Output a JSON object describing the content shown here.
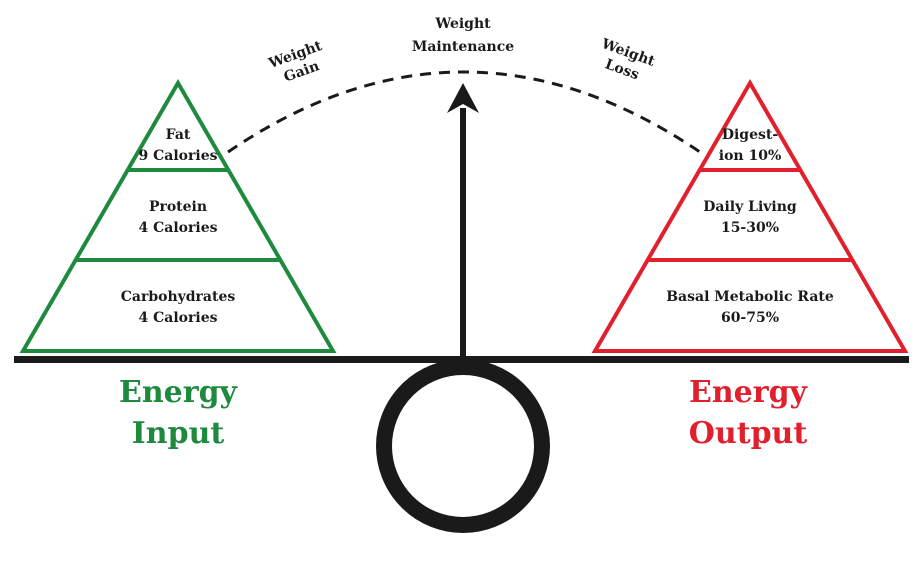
{
  "diagram": {
    "colors": {
      "input": "#1e8a3e",
      "output": "#e0202c",
      "ink": "#1a1a1a",
      "background": "#ffffff"
    },
    "arc_labels": {
      "gain": [
        "Weight",
        "Gain"
      ],
      "maintenance": [
        "Weight",
        "Maintenance"
      ],
      "loss": [
        "Weight",
        "Loss"
      ]
    },
    "input_pyramid": {
      "tiers": [
        {
          "lines": [
            "Fat",
            "9 Calories"
          ]
        },
        {
          "lines": [
            "Protein",
            "4 Calories"
          ]
        },
        {
          "lines": [
            "Carbohydrates",
            "4 Calories"
          ]
        }
      ],
      "caption": [
        "Energy",
        "Input"
      ]
    },
    "output_pyramid": {
      "tiers": [
        {
          "lines": [
            "Digest-",
            "ion 10%"
          ]
        },
        {
          "lines": [
            "Daily Living",
            "15-30%"
          ]
        },
        {
          "lines": [
            "Basal Metabolic Rate",
            "60-75%"
          ]
        }
      ],
      "caption": [
        "Energy",
        "Output"
      ]
    }
  }
}
